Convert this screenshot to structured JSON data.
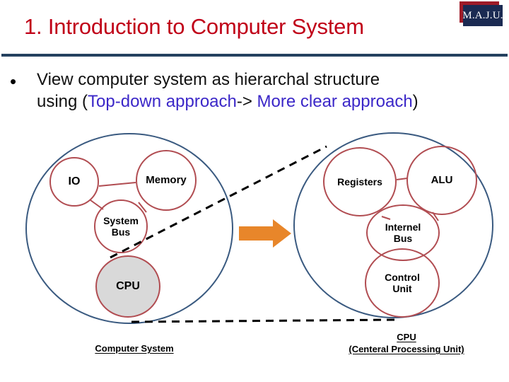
{
  "logo": {
    "text": "M.A.J.U.",
    "navy": "#1b2a52",
    "red": "#9e1b28"
  },
  "header": {
    "title": "1. Introduction to Computer System",
    "title_color": "#c00018",
    "rule_color": "#24415f"
  },
  "bullet": {
    "marker": "•",
    "line1": "View computer system as hierarchal structure",
    "line2_prefix": "using (",
    "line2_link1": "Top-down approach",
    "line2_mid": "-> ",
    "line2_link2": "More clear approach",
    "line2_suffix": ")",
    "accent_color": "#3b27c8"
  },
  "diagram": {
    "arrow_color": "#e8862a",
    "node_stroke": "#b14d52",
    "outer_stroke": "#3a5a80",
    "cpu_fill": "#d9d9d9",
    "left": {
      "caption": "Computer System",
      "nodes": [
        {
          "label": "IO"
        },
        {
          "label": "Memory"
        },
        {
          "label": "System\nBus"
        },
        {
          "label": "CPU"
        }
      ],
      "node_io": "IO",
      "node_memory": "Memory",
      "node_bus_line1": "System",
      "node_bus_line2": "Bus",
      "node_cpu": "CPU"
    },
    "right": {
      "caption_line1": "CPU",
      "caption_line2": "(Centeral Processing Unit)",
      "node_registers": "Registers",
      "node_alu": "ALU",
      "node_bus_line1": "Internel",
      "node_bus_line2": "Bus",
      "node_cu_line1": "Control",
      "node_cu_line2": "Unit"
    }
  }
}
